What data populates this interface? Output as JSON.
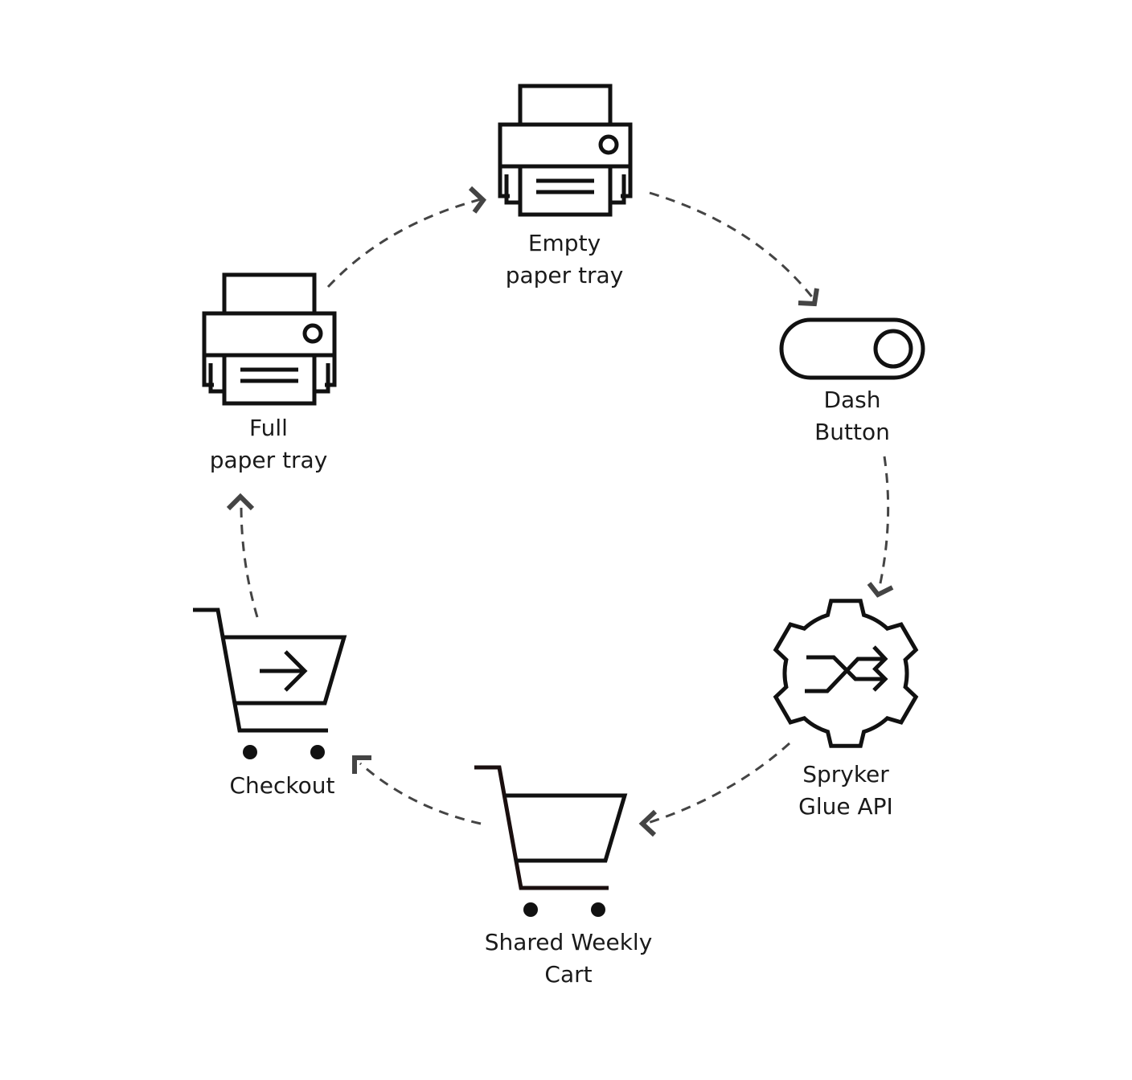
{
  "diagram": {
    "type": "cycle",
    "nodes": [
      {
        "id": "empty-tray",
        "icon": "printer-icon",
        "lines": [
          "Empty",
          "paper tray"
        ]
      },
      {
        "id": "dash-button",
        "icon": "toggle-button-icon",
        "lines": [
          "Dash",
          "Button"
        ]
      },
      {
        "id": "glue-api",
        "icon": "gear-shuffle-icon",
        "lines": [
          "Spryker",
          "Glue API"
        ]
      },
      {
        "id": "weekly-cart",
        "icon": "shopping-cart-icon",
        "lines": [
          "Shared Weekly",
          "Cart"
        ]
      },
      {
        "id": "checkout",
        "icon": "cart-checkout-icon",
        "lines": [
          "Checkout"
        ]
      },
      {
        "id": "full-tray",
        "icon": "printer-icon",
        "lines": [
          "Full",
          "paper tray"
        ]
      }
    ],
    "edges": [
      {
        "from": "empty-tray",
        "to": "dash-button",
        "style": "dashed"
      },
      {
        "from": "dash-button",
        "to": "glue-api",
        "style": "dashed"
      },
      {
        "from": "glue-api",
        "to": "weekly-cart",
        "style": "dashed"
      },
      {
        "from": "weekly-cart",
        "to": "checkout",
        "style": "dashed"
      },
      {
        "from": "checkout",
        "to": "full-tray",
        "style": "dashed"
      },
      {
        "from": "full-tray",
        "to": "empty-tray",
        "style": "dashed"
      }
    ],
    "colors": {
      "icon": "#111111",
      "arrow": "#444444",
      "text": "#1a1a1a",
      "background": "#ffffff"
    }
  }
}
